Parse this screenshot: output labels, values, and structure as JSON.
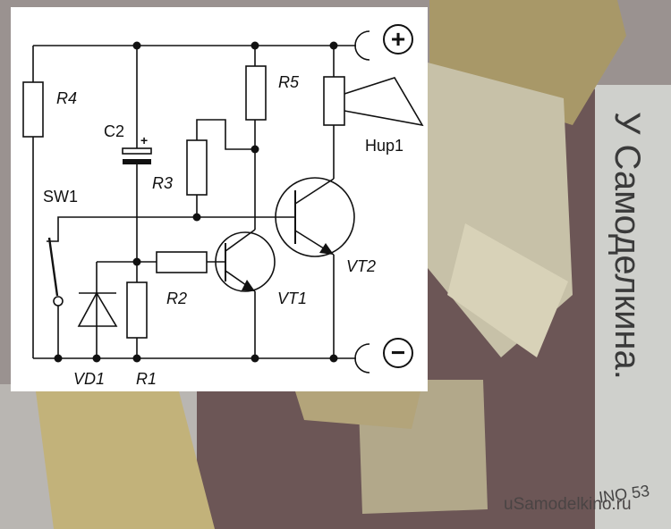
{
  "schematic": {
    "labels": {
      "r4": "R4",
      "r5": "R5",
      "c2": "C2",
      "c2_plus": "+",
      "r3": "R3",
      "sw1": "SW1",
      "hup1": "Hup1",
      "vt2": "VT2",
      "vt1": "VT1",
      "r2": "R2",
      "vd1": "VD1",
      "r1": "R1"
    },
    "terminals": {
      "positive": "+",
      "negative": "−"
    }
  },
  "photo": {
    "watermark": "uSamodelkino.ru",
    "handwritten_note": "У Самоделкина.",
    "handwritten_mark": "INO 53"
  },
  "colors": {
    "line": "#111111",
    "panel": "#ffffff",
    "board_brown": "#6e5a58",
    "pcb": "#b7a87a"
  }
}
